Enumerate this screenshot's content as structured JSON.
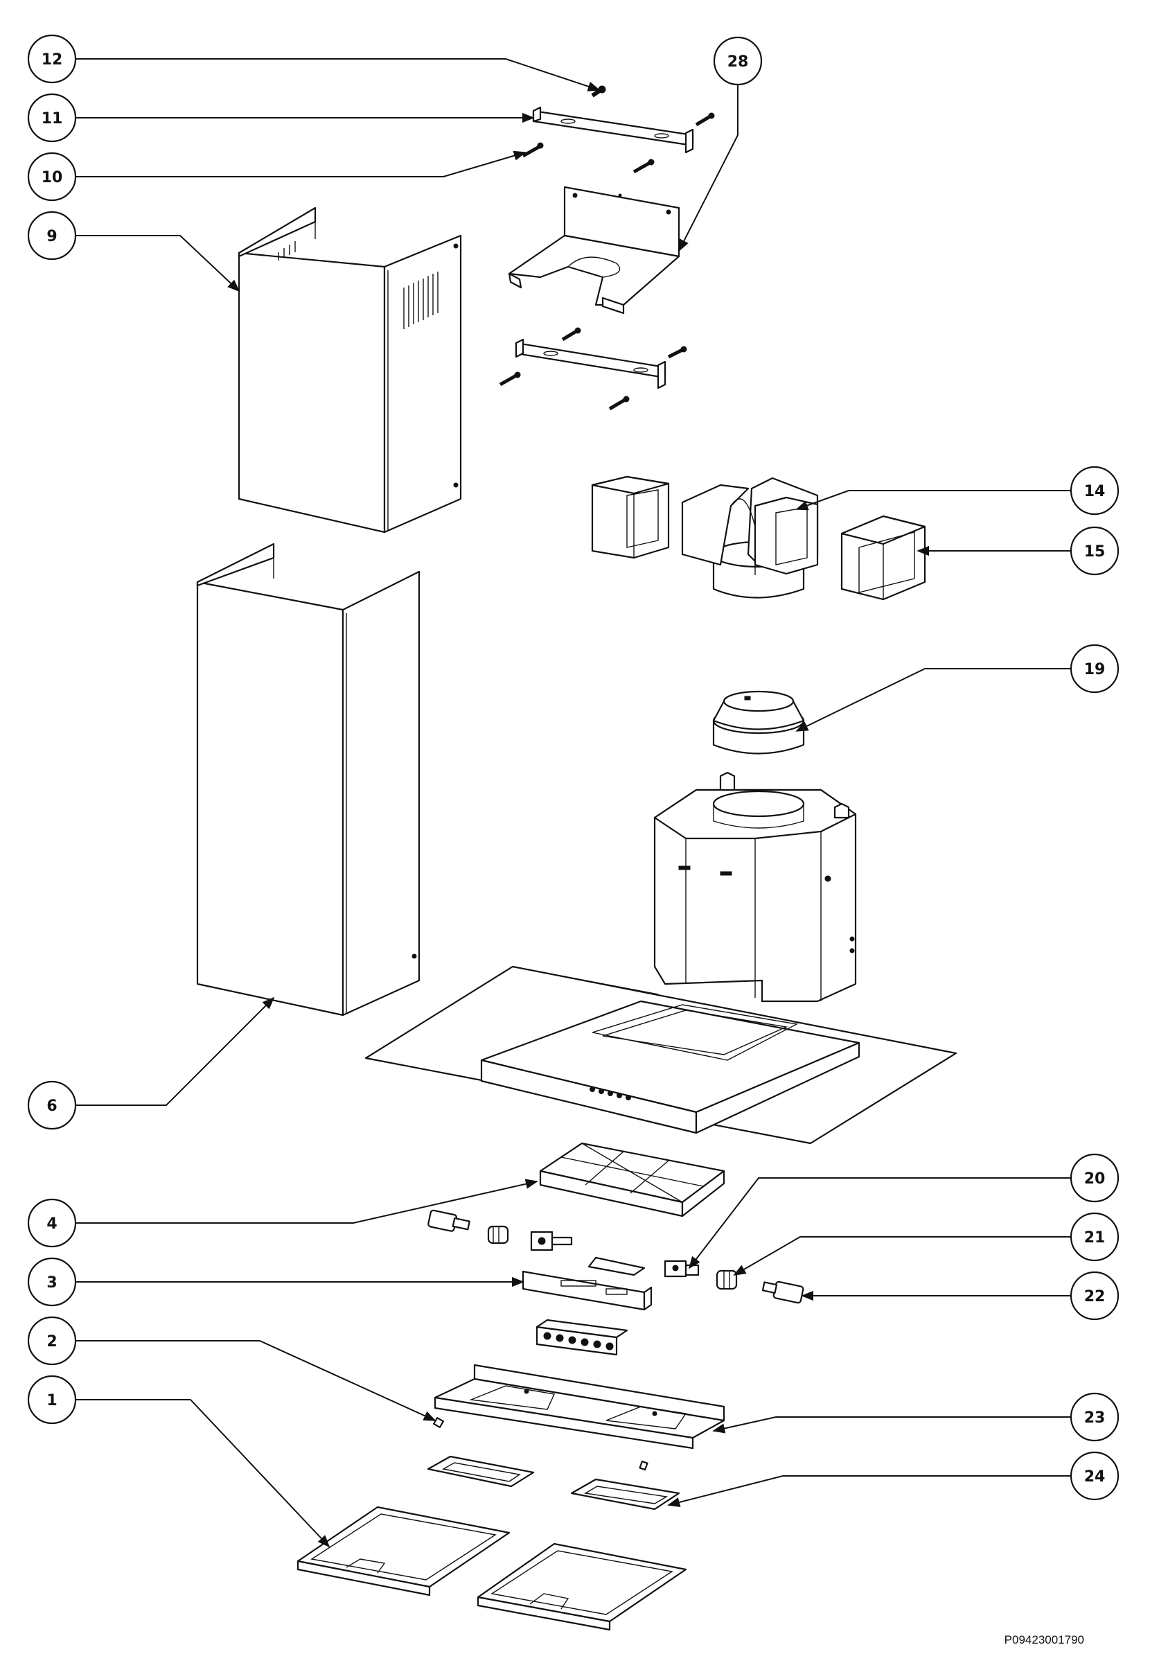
{
  "callouts": [
    {
      "id": "c12",
      "label": "12"
    },
    {
      "id": "c11",
      "label": "11"
    },
    {
      "id": "c10",
      "label": "10"
    },
    {
      "id": "c9",
      "label": "9"
    },
    {
      "id": "c28",
      "label": "28"
    },
    {
      "id": "c14",
      "label": "14"
    },
    {
      "id": "c15",
      "label": "15"
    },
    {
      "id": "c19",
      "label": "19"
    },
    {
      "id": "c6",
      "label": "6"
    },
    {
      "id": "c20",
      "label": "20"
    },
    {
      "id": "c4",
      "label": "4"
    },
    {
      "id": "c21",
      "label": "21"
    },
    {
      "id": "c3",
      "label": "3"
    },
    {
      "id": "c22",
      "label": "22"
    },
    {
      "id": "c2",
      "label": "2"
    },
    {
      "id": "c23",
      "label": "23"
    },
    {
      "id": "c1",
      "label": "1"
    },
    {
      "id": "c24",
      "label": "24"
    }
  ],
  "drawing_code": "P09423001790"
}
